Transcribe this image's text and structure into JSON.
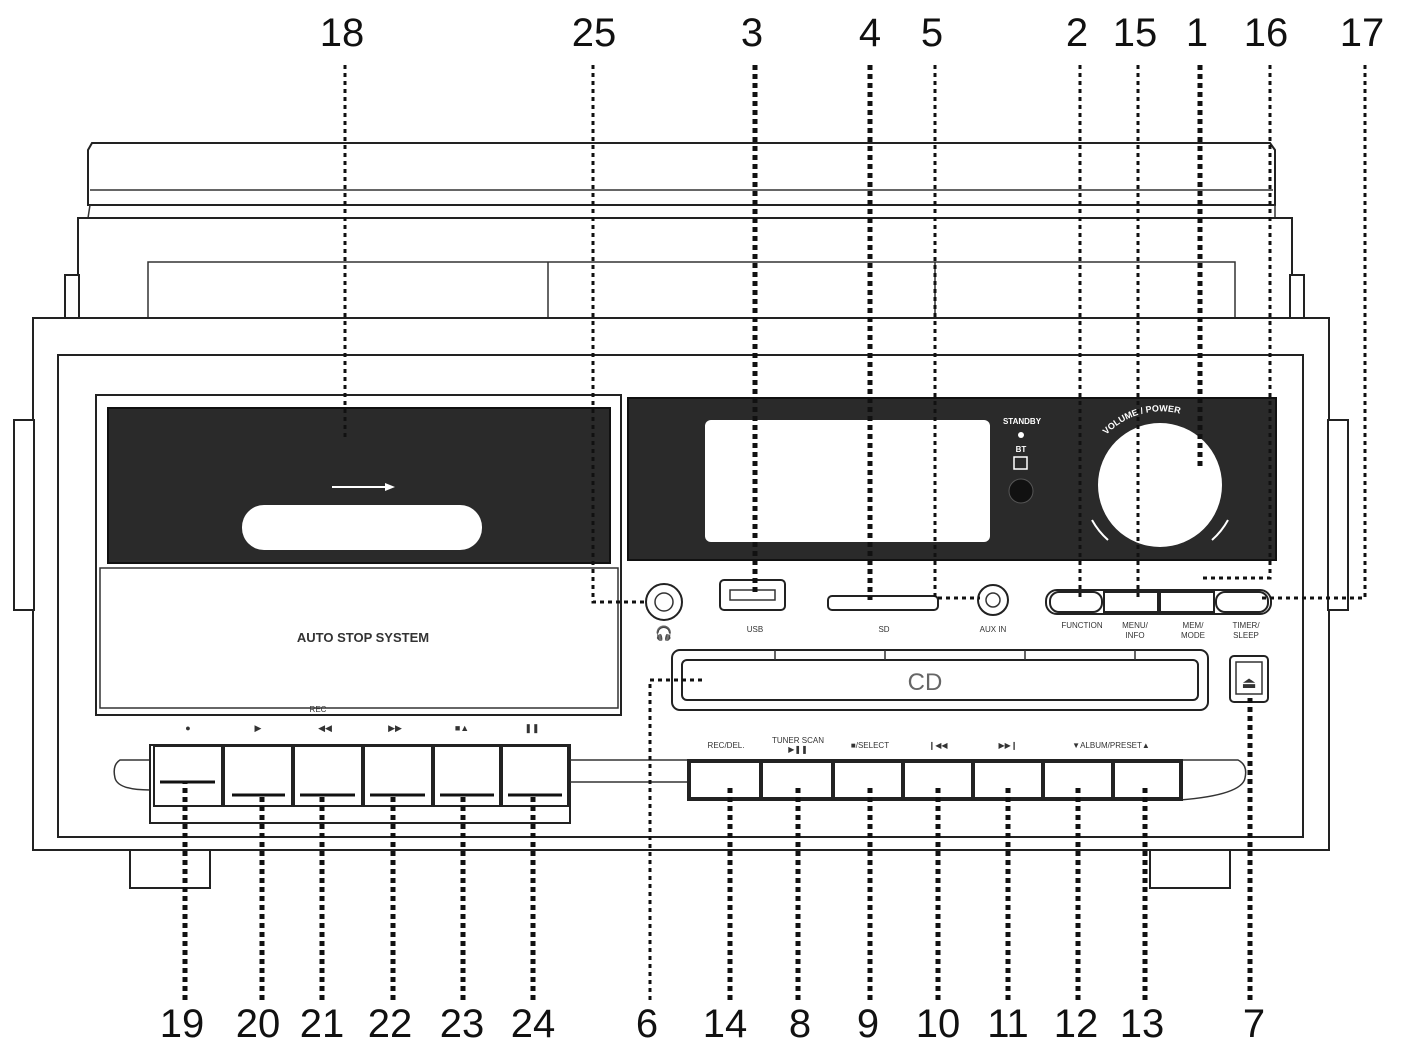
{
  "callouts": {
    "c1": "1",
    "c2": "2",
    "c3": "3",
    "c4": "4",
    "c5": "5",
    "c6": "6",
    "c7": "7",
    "c8": "8",
    "c9": "9",
    "c10": "10",
    "c11": "11",
    "c12": "12",
    "c13": "13",
    "c14": "14",
    "c15": "15",
    "c16": "16",
    "c17": "17",
    "c18": "18",
    "c19": "19",
    "c20": "20",
    "c21": "21",
    "c22": "22",
    "c23": "23",
    "c24": "24",
    "c25": "25"
  },
  "labels": {
    "auto_stop": "AUTO STOP SYSTEM",
    "usb": "USB",
    "sd": "SD",
    "aux_in": "AUX IN",
    "function": "FUNCTION",
    "menu_info_1": "MENU/",
    "menu_info_2": "INFO",
    "mem_mode_1": "MEM/",
    "mem_mode_2": "MODE",
    "timer_sleep_1": "TIMER/",
    "timer_sleep_2": "SLEEP",
    "cd": "CD",
    "standby": "STANDBY",
    "bt": "BT",
    "dial_arc": "VOLUME / POWER",
    "rec_del": "REC/DEL.",
    "tuner_scan": "TUNER SCAN",
    "select": "■/SELECT",
    "album_preset": "▼ALBUM/PRESET▲",
    "rec_tiny": "REC"
  },
  "icons": {
    "headphone": "headphone-icon",
    "eject": "eject-icon"
  }
}
